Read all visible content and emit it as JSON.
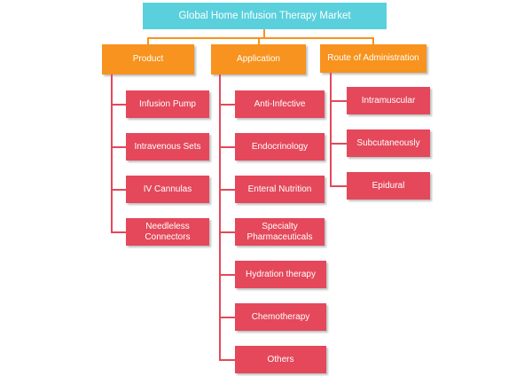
{
  "root": {
    "label": "Global Home Infusion Therapy Market"
  },
  "categories": [
    {
      "label": "Product",
      "items": [
        "Infusion Pump",
        "Intravenous Sets",
        "IV Cannulas",
        "Needleless Connectors"
      ]
    },
    {
      "label": "Application",
      "items": [
        "Anti-Infective",
        "Endocrinology",
        "Enteral Nutrition",
        "Specialty Pharmaceuticals",
        "Hydration therapy",
        "Chemotherapy",
        "Others"
      ]
    },
    {
      "label": "Route of Administration",
      "items": [
        "Intramuscular",
        "Subcutaneously",
        "Epidural"
      ]
    }
  ],
  "colors": {
    "root": "#5ad0dd",
    "category": "#f7931e",
    "leaf": "#e4485a",
    "connector_top": "#f7931e",
    "connector_leaf": "#e4485a"
  }
}
